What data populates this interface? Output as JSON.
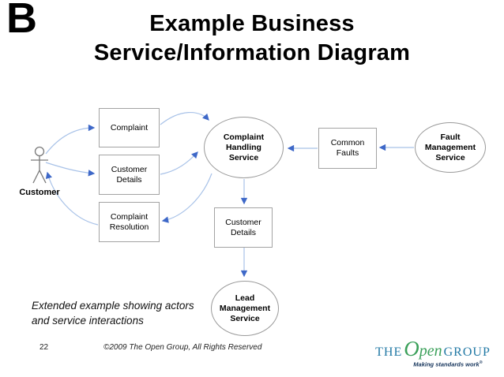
{
  "slide": {
    "section_letter": "B",
    "title_line1": "Example Business",
    "title_line2": "Service/Information Diagram",
    "caption": "Extended example showing actors\nand service interactions",
    "page_number": "22",
    "copyright": "©2009 The Open Group, All Rights Reserved"
  },
  "diagram": {
    "actor_label": "Customer",
    "box_complaint": "Complaint",
    "box_customer_details": "Customer Details",
    "box_complaint_resolution": "Complaint\nResolution",
    "box_common_faults": "Common Faults",
    "box_customer_details_2": "Customer Details",
    "ellipse_complaint_handling": "Complaint Handling\nService",
    "ellipse_fault_management": "Fault\nManagement\nService",
    "ellipse_lead_management": "Lead\nManagement\nService"
  },
  "logo": {
    "the": "THE",
    "open_o": "O",
    "open_rest": "pen",
    "group": "GROUP",
    "tagline": "Making standards work",
    "registered": "®"
  },
  "colors": {
    "arrow_line": "#a8c2e8",
    "arrow_head": "#3e68c8",
    "node_border": "#a3a3a3",
    "logo_teal": "#2279a5",
    "logo_green": "#3ba05a",
    "tagline_navy": "#16355c"
  }
}
